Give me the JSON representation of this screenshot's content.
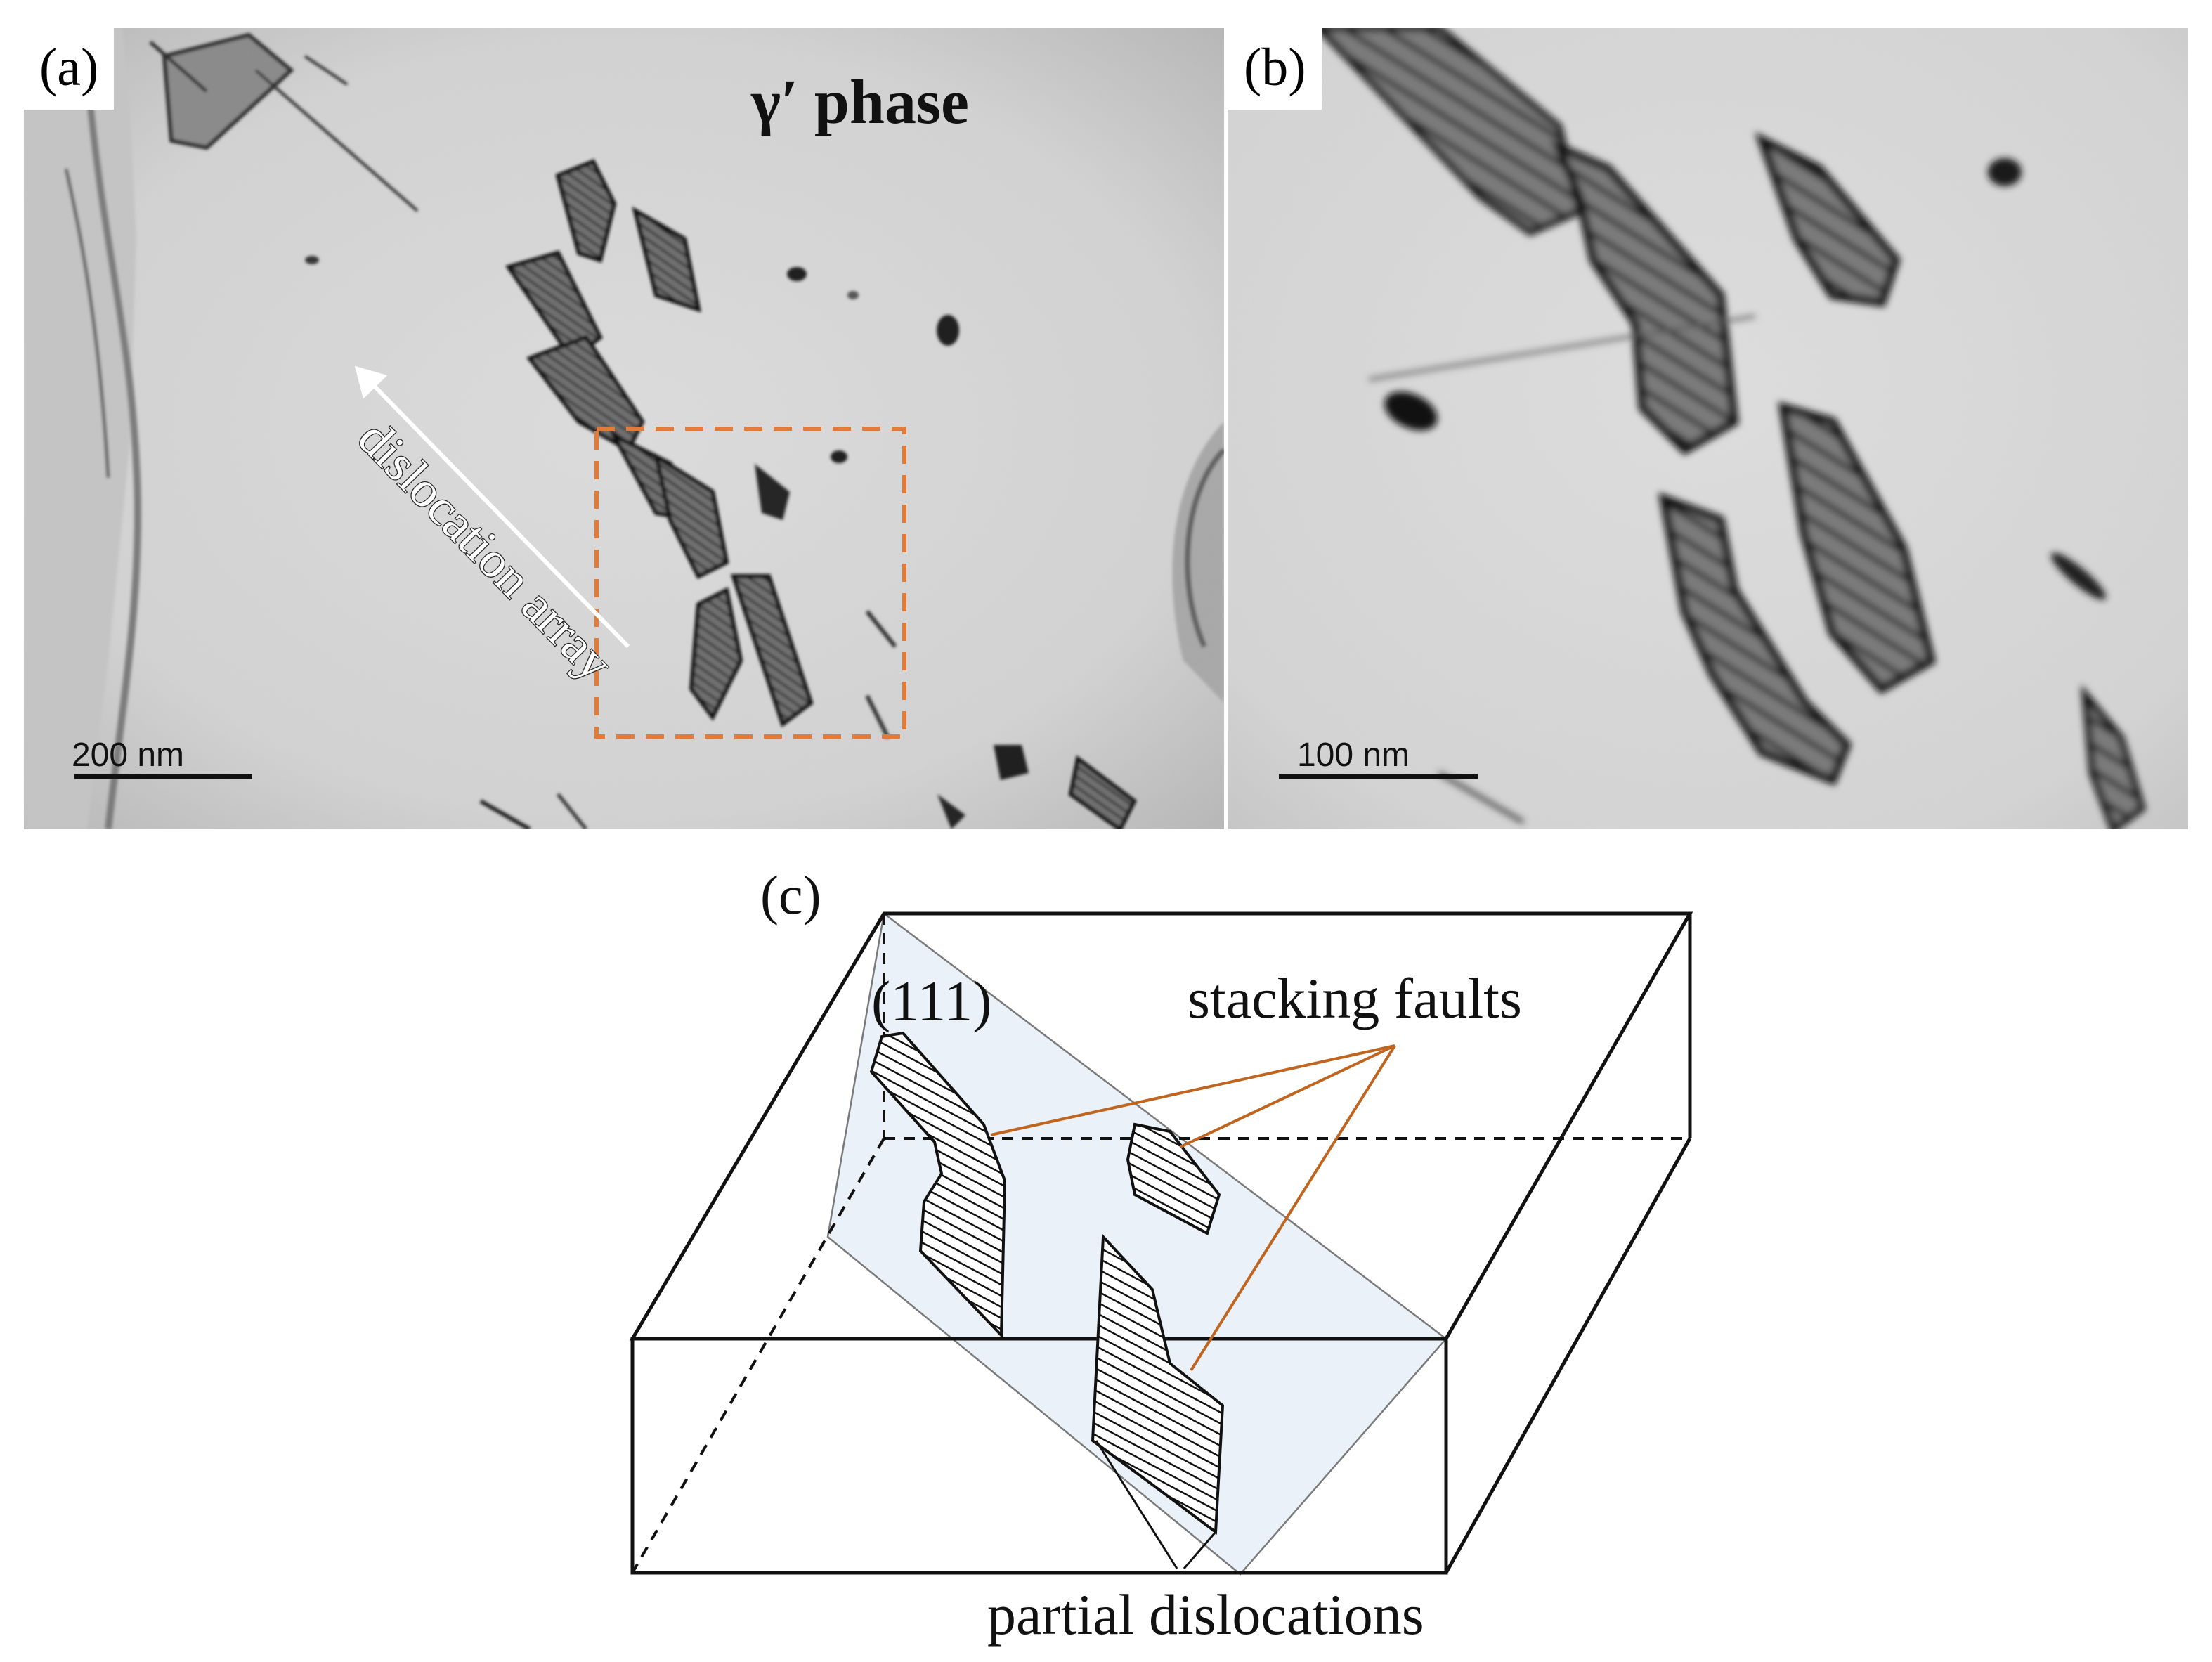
{
  "figure": {
    "panel_a": {
      "label": "(a)",
      "phase_label": "γ′  phase",
      "arrow_label": "dislocation array",
      "scale_bar": "200 nm"
    },
    "panel_b": {
      "label": "(b)",
      "scale_bar": "100 nm"
    },
    "panel_c": {
      "label": "(c)",
      "plane_label": "(111)",
      "stacking_faults_label": "stacking faults",
      "partial_dislocations_label": "partial dislocations"
    }
  },
  "colors": {
    "tem_background": "#d9d9d9",
    "defect_dark": "#1a1a1a",
    "roi_box": "#e07b39",
    "leader_line": "#c0651f",
    "plane_fill": "#eaf1f8"
  }
}
